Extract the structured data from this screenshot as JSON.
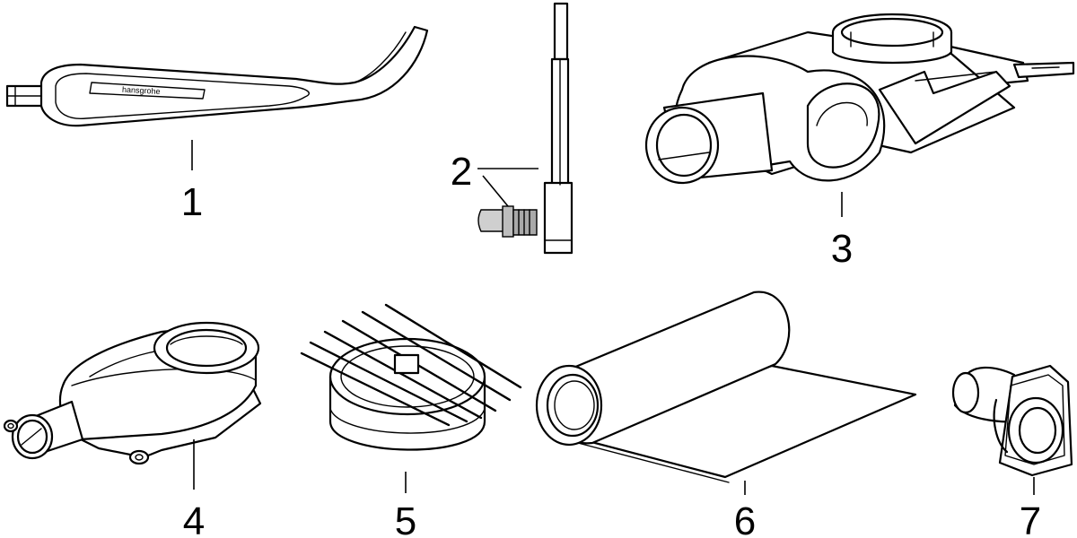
{
  "parts": [
    {
      "number": "1",
      "icon": "hex-key-icon",
      "brand": "hansgrohe"
    },
    {
      "number": "2",
      "icon": "rod-and-screw-icon"
    },
    {
      "number": "3",
      "icon": "siphon-body-icon"
    },
    {
      "number": "4",
      "icon": "drain-body-icon"
    },
    {
      "number": "5",
      "icon": "grate-strainer-icon"
    },
    {
      "number": "6",
      "icon": "sealing-mat-roll-icon"
    },
    {
      "number": "7",
      "icon": "wall-connector-flange-icon"
    }
  ],
  "colors": {
    "line": "#000000",
    "fill": "#ffffff",
    "screw": "#bbbbbb"
  }
}
